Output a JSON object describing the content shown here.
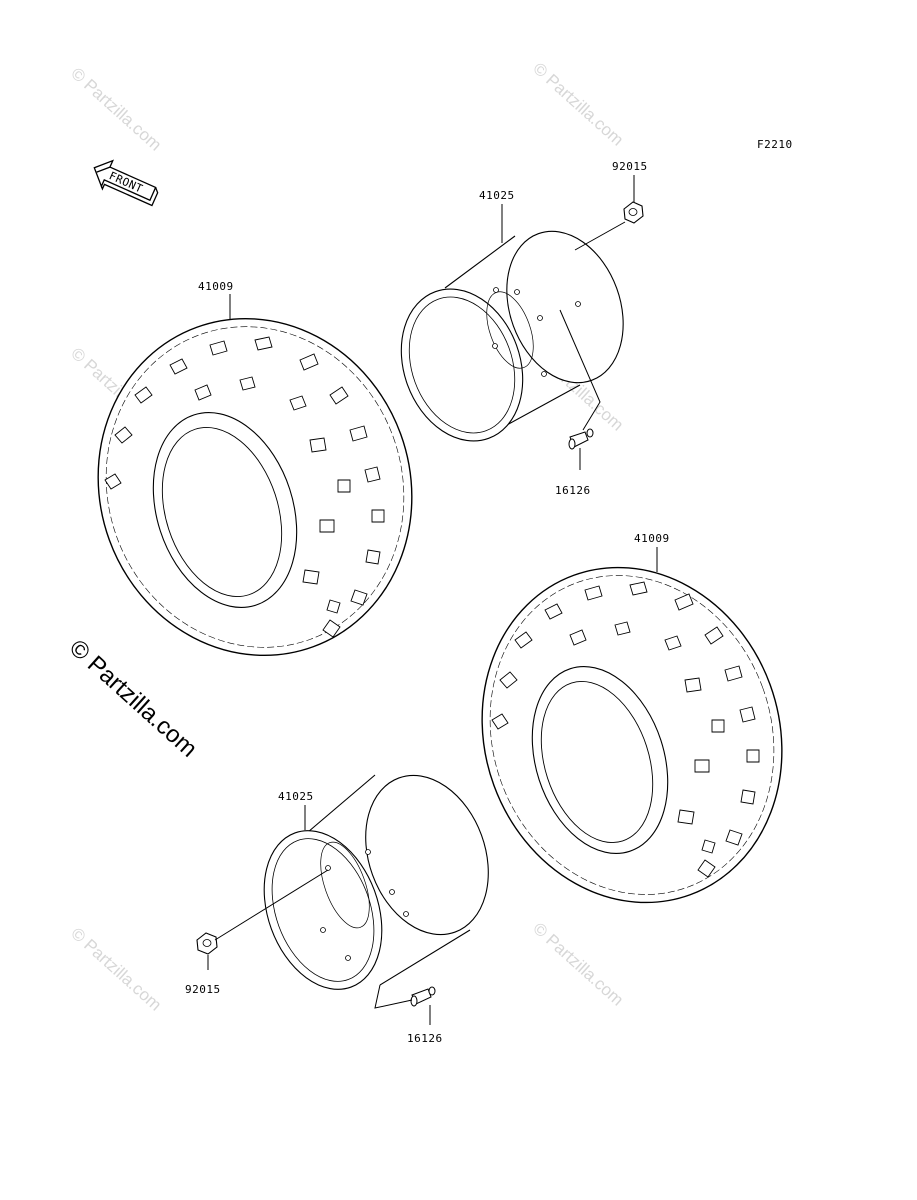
{
  "diagram_code": "F2210",
  "front_label": "FRONT",
  "watermark_text": "© Partzilla.com",
  "watermark_main": "© Partzilla.com",
  "parts": {
    "tire_upper": "41009",
    "tire_lower": "41009",
    "wheel_upper": "41025",
    "wheel_lower": "41025",
    "nut_upper": "92015",
    "nut_lower": "92015",
    "valve_upper": "16126",
    "valve_lower": "16126"
  }
}
